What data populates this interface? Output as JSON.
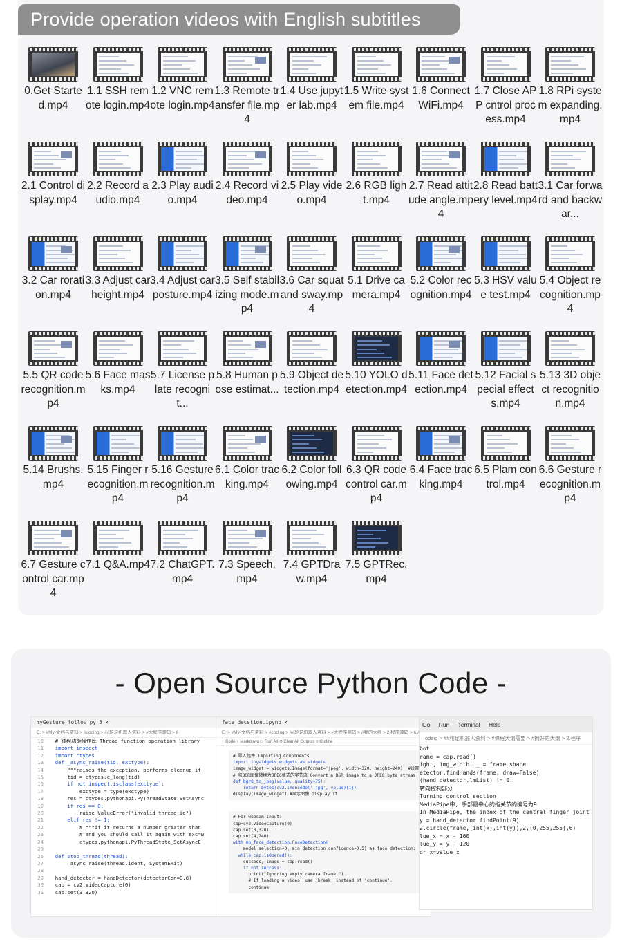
{
  "banner": "Provide operation videos with English subtitles",
  "videos": [
    {
      "label": "0.Get Started.mp4",
      "style": "photo"
    },
    {
      "label": "1.1 SSH remote login.mp4",
      "style": "light"
    },
    {
      "label": "1.2 VNC remote login.mp4",
      "style": "light"
    },
    {
      "label": "1.3 Remote transfer file.mp4",
      "style": "light"
    },
    {
      "label": "1.4 Use jupyter lab.mp4",
      "style": "light"
    },
    {
      "label": "1.5 Write system file.mp4",
      "style": "light"
    },
    {
      "label": "1.6 Connect WiFi.mp4",
      "style": "light"
    },
    {
      "label": "1.7 Close APP cntrol process.mp4",
      "style": "light"
    },
    {
      "label": "1.8 RPi system expanding.mp4",
      "style": "light"
    },
    {
      "label": "2.1 Control display.mp4",
      "style": "light"
    },
    {
      "label": "2.2 Record audio.mp4",
      "style": "light"
    },
    {
      "label": "2.3 Play audio.mp4",
      "style": "blue"
    },
    {
      "label": "2.4 Record video.mp4",
      "style": "light"
    },
    {
      "label": "2.5 Play video.mp4",
      "style": "light"
    },
    {
      "label": "2.6 RGB light.mp4",
      "style": "light"
    },
    {
      "label": "2.7 Read attitude angle.mp4",
      "style": "light"
    },
    {
      "label": "2.8 Read battery level.mp4",
      "style": "blue"
    },
    {
      "label": "3.1 Car forward and backwar...",
      "style": "light"
    },
    {
      "label": "3.2 Car roration.mp4",
      "style": "blue"
    },
    {
      "label": "3.3 Adjust car height.mp4",
      "style": "light"
    },
    {
      "label": "3.4 Adjust car posture.mp4",
      "style": "blue"
    },
    {
      "label": "3.5 Self stabilizing mode.mp4",
      "style": "blue"
    },
    {
      "label": "3.6 Car squat and sway.mp4",
      "style": "light"
    },
    {
      "label": "5.1 Drive camera.mp4",
      "style": "light"
    },
    {
      "label": "5.2 Color recognition.mp4",
      "style": "blue"
    },
    {
      "label": "5.3 HSV value test.mp4",
      "style": "blue"
    },
    {
      "label": "5.4 Object recognition.mp4",
      "style": "light"
    },
    {
      "label": "5.5 QR code recognition.mp4",
      "style": "light"
    },
    {
      "label": "5.6 Face masks.mp4",
      "style": "light"
    },
    {
      "label": "5.7 License plate recognit...",
      "style": "light"
    },
    {
      "label": "5.8 Human pose estimat...",
      "style": "light"
    },
    {
      "label": "5.9 Object detection.mp4",
      "style": "light"
    },
    {
      "label": "5.10 YOLO detection.mp4",
      "style": "dark"
    },
    {
      "label": "5.11 Face detection.mp4",
      "style": "blue"
    },
    {
      "label": "5.12 Facial special effects.mp4",
      "style": "blue"
    },
    {
      "label": "5.13 3D object recognition.mp4",
      "style": "light"
    },
    {
      "label": "5.14 Brushs.mp4",
      "style": "blue"
    },
    {
      "label": "5.15 Finger recognition.mp4",
      "style": "blue"
    },
    {
      "label": "5.16 Gesture recognition.mp4",
      "style": "blue"
    },
    {
      "label": "6.1 Color tracking.mp4",
      "style": "light"
    },
    {
      "label": "6.2 Color following.mp4",
      "style": "dark"
    },
    {
      "label": "6.3 QR code control car.mp4",
      "style": "light"
    },
    {
      "label": "6.4 Face tracking.mp4",
      "style": "blue"
    },
    {
      "label": "6.5 Plam control.mp4",
      "style": "light"
    },
    {
      "label": "6.6 Gesture recognition.mp4",
      "style": "light"
    },
    {
      "label": "6.7 Gesture control car.mp4",
      "style": "light"
    },
    {
      "label": "7.1 Q&A.mp4",
      "style": "light"
    },
    {
      "label": "7.2 ChatGPT.mp4",
      "style": "light"
    },
    {
      "label": "7.3 Speech.mp4",
      "style": "light"
    },
    {
      "label": "7.4 GPTDraw.mp4",
      "style": "light"
    },
    {
      "label": "7.5 GPTRec.mp4",
      "style": "dark"
    }
  ],
  "code_section": {
    "heading": "- Open Source Python Code -",
    "editor1": {
      "title": "myGesture_follow.py 5 ×",
      "breadcrumb": "E: > #My-文档与资料 > #coding > ##轮足机器人资料 > #大程序源码 > 8",
      "lines": [
        {
          "n": "10",
          "t": "  # 线程功能操作库 Thread function operation library"
        },
        {
          "n": "11",
          "t": "  import inspect"
        },
        {
          "n": "12",
          "t": "  import ctypes"
        },
        {
          "n": "13",
          "t": "  def _async_raise(tid, exctype):"
        },
        {
          "n": "14",
          "t": "      \"\"\"raises the exception, performs cleanup if"
        },
        {
          "n": "15",
          "t": "      tid = ctypes.c_long(tid)"
        },
        {
          "n": "16",
          "t": "      if not inspect.isclass(exctype):"
        },
        {
          "n": "17",
          "t": "          exctype = type(exctype)"
        },
        {
          "n": "18",
          "t": "      res = ctypes.pythonapi.PyThreadState_SetAsync"
        },
        {
          "n": "19",
          "t": "      if res == 0:"
        },
        {
          "n": "20",
          "t": "          raise ValueError(\"invalid thread id\")"
        },
        {
          "n": "21",
          "t": "      elif res != 1:"
        },
        {
          "n": "22",
          "t": "          # \"\"\"if it returns a number greater than"
        },
        {
          "n": "23",
          "t": "          # and you should call it again with exc=N"
        },
        {
          "n": "24",
          "t": "          ctypes.pythonapi.PyThreadState_SetAsyncE"
        },
        {
          "n": "25",
          "t": ""
        },
        {
          "n": "26",
          "t": "  def stop_thread(thread):"
        },
        {
          "n": "27",
          "t": "      _async_raise(thread.ident, SystemExit)"
        },
        {
          "n": "28",
          "t": ""
        },
        {
          "n": "29",
          "t": "  hand_detector = handDetector(detectorCon=0.8)"
        },
        {
          "n": "30",
          "t": "  cap = cv2.VideoCapture(0)"
        },
        {
          "n": "31",
          "t": "  cap.set(3,320)"
        }
      ]
    },
    "editor2": {
      "title": "face_decetion.ipynb ×",
      "breadcrumb": "E: > #My-文档与资料 > #coding > ##轮足机器人资料 > #大程序源码 > #我的大纲 > 2.程序源码 > 6.Al",
      "toolbar": "+ Code   + Markdown   ▷ Run All   ⟲ Clear All Outputs   ≡ Outline",
      "cell1": [
        "# 导入组件 Importing Components",
        "import ipywidgets.widgets as widgets",
        "image_widget = widgets.Image(format='jpeg', width=320, height=240)  #设置",
        "",
        "# 将BGR图像转换为JPEG格式的字节流 Convert a BGR image to a JPEG byte stream",
        "def bgr8_to_jpeg(value, quality=75):",
        "    return bytes(cv2.imencode('.jpg', value)[1])",
        "",
        "display(image_widget) #显示图像 Display it"
      ],
      "cell2": [
        "# For webcam input:",
        "cap=cv2.VideoCapture(0)",
        "cap.set(3,320)",
        "cap.set(4,240)",
        "with mp_face_detection.FaceDetection(",
        "    model_selection=0, min_detection_confidence=0.5) as face_detection:",
        "  while cap.isOpened():",
        "    success, image = cap.read()",
        "    if not success:",
        "      print(\"Ignoring empty camera frame.\")",
        "      # If loading a video, use 'break' instead of 'continue'.",
        "      continue"
      ]
    },
    "editor3": {
      "menu": "Go Run Terminal Help",
      "breadcrumb": "oding > ##轮足机器人资料 > #课程大纲需要 > #拥好的大纲 > 2.程序",
      "lines": [
        "bot",
        "rame = cap.read()",
        "ight, img_width, _ = frame.shape",
        "etector.findHands(frame, draw=False)",
        "(hand_detector.lmList) != 0:",
        "转向控制部分",
        "Turning control section",
        "MediaPipe中, 手部最中心的指关节的编号为9",
        "In MediaPipe, the index of the central finger joint",
        "y = hand_detector.findPoint(9)",
        "2.circle(frame,(int(x),int(y)),2,(0,255,255),6)",
        "",
        "lue_x = x - 160",
        "lue_y = y - 120",
        "dr_x=value_x"
      ]
    }
  }
}
